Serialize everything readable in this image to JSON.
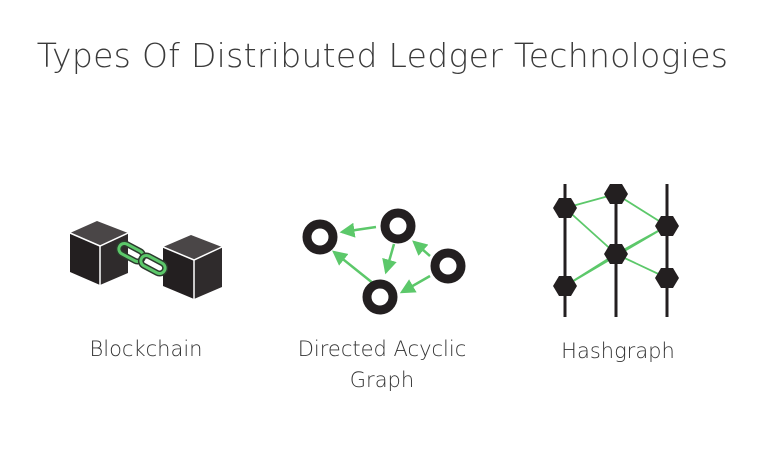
{
  "title": "Types Of Distributed Ledger Technologies",
  "items": [
    {
      "label_lines": [
        "Blockchain"
      ],
      "icon": "blockchain-icon"
    },
    {
      "label_lines": [
        "Directed Acyclic",
        "Graph"
      ],
      "icon": "dag-icon"
    },
    {
      "label_lines": [
        "Hashgraph"
      ],
      "icon": "hashgraph-icon"
    }
  ],
  "colors": {
    "dark": "#231f20",
    "accent": "#5cc86a",
    "text": "#333333",
    "title": "#3a3a3a"
  }
}
